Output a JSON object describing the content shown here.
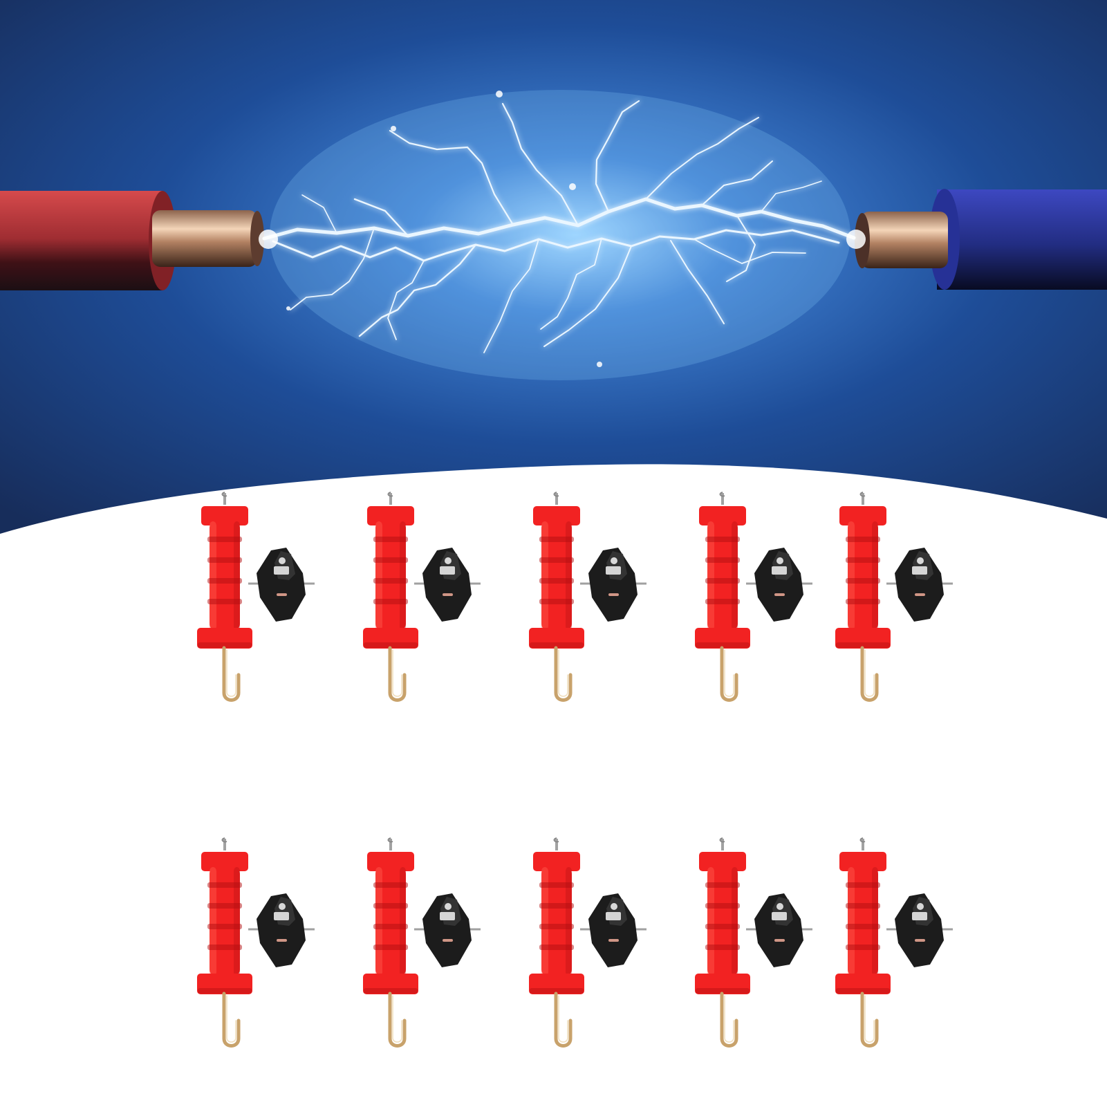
{
  "hero": {
    "left_wire_color": "#c7363a",
    "right_wire_color": "#2d3ca2",
    "spark_color": "#eaf6ff",
    "background_top": "#263f77",
    "background_mid": "#1f4f9a",
    "background_bottom": "#172d5b"
  },
  "products": {
    "handle_color": "#f22222",
    "handle_shadow": "#b40f12",
    "insulator_color": "#1c1c1c",
    "metal_color": "#c8a26b",
    "rows": 2,
    "items_per_row": 5,
    "item_names": [
      "gate-handle-set-1",
      "gate-handle-set-2",
      "gate-handle-set-3",
      "gate-handle-set-4",
      "gate-handle-set-5",
      "gate-handle-set-6",
      "gate-handle-set-7",
      "gate-handle-set-8",
      "gate-handle-set-9",
      "gate-handle-set-10"
    ]
  }
}
